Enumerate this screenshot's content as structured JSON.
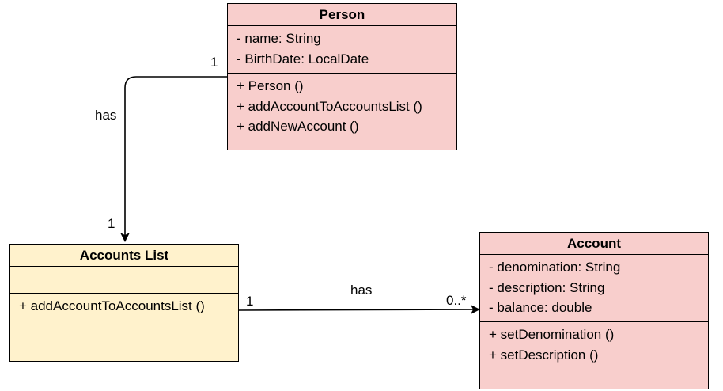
{
  "classes": {
    "person": {
      "name": "Person",
      "attributes": [
        "- name: String",
        "- BirthDate: LocalDate"
      ],
      "methods": [
        "+ Person ()",
        "+ addAccountToAccountsList ()",
        "+ addNewAccount ()"
      ]
    },
    "accounts_list": {
      "name": "Accounts List",
      "attributes": [],
      "methods": [
        "+ addAccountToAccountsList ()"
      ]
    },
    "account": {
      "name": "Account",
      "attributes": [
        "- denomination: String",
        "- description: String",
        "- balance: double"
      ],
      "methods": [
        "+ setDenomination ()",
        "+ setDescription ()"
      ]
    }
  },
  "associations": [
    {
      "label": "has",
      "source_multiplicity": "1",
      "target_multiplicity": "1"
    },
    {
      "label": "has",
      "source_multiplicity": "1",
      "target_multiplicity": "0..*"
    }
  ],
  "colors": {
    "entity_fill": "#f8cecc",
    "collection_fill": "#fff2cc",
    "stroke": "#000000"
  }
}
